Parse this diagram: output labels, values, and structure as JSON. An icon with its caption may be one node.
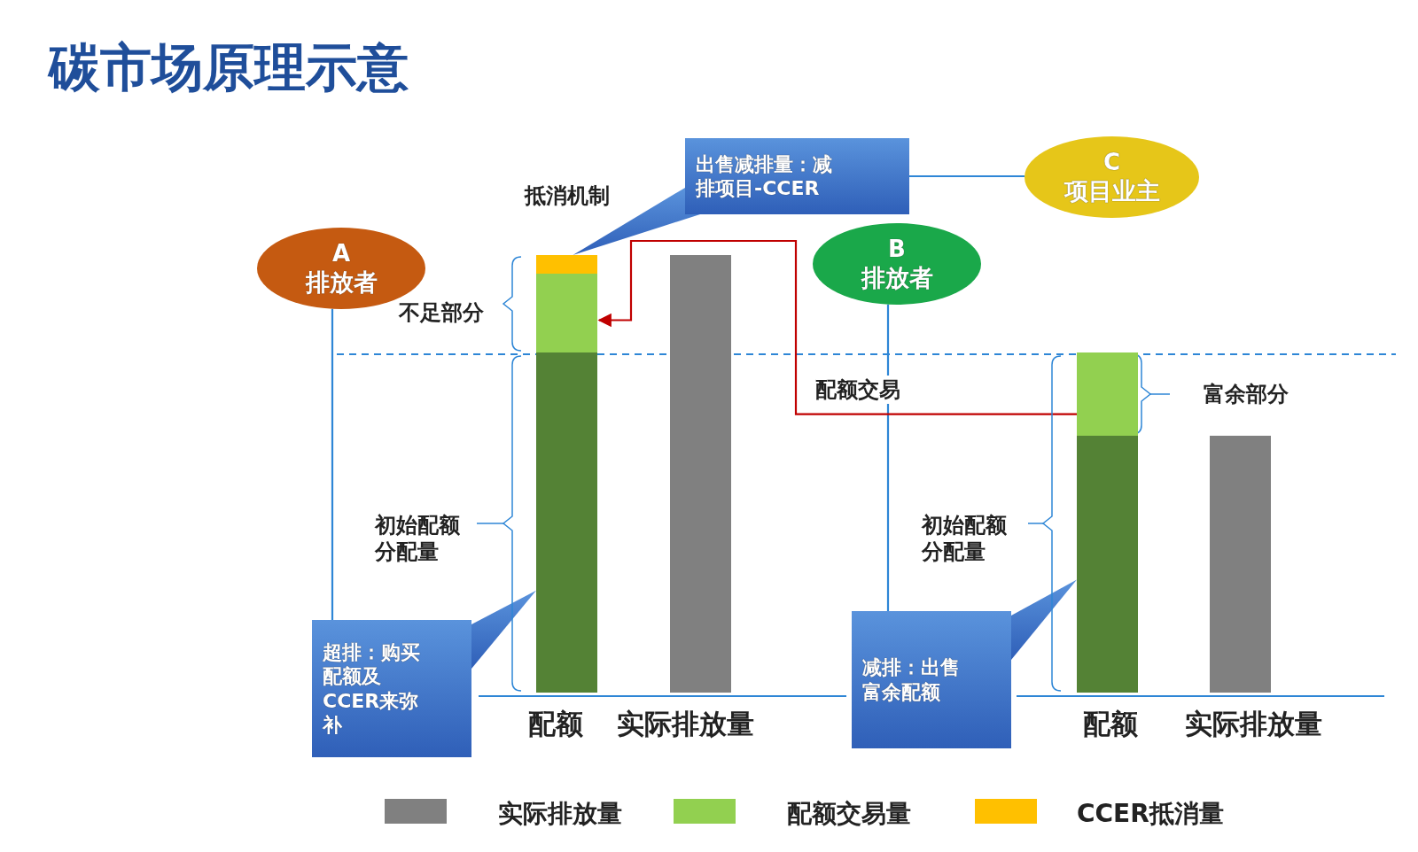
{
  "diagram": {
    "title": "碳市场原理示意",
    "nodes": [
      {
        "text": [
          "A",
          "排放者"
        ]
      },
      {
        "text": [
          "出售减排量：减排项目-CCER"
        ]
      },
      {
        "text": [
          "C",
          "项目业主"
        ]
      },
      {
        "text": [
          "B",
          "排放者"
        ]
      },
      {
        "text": [
          "超排：购买配额及CCER来弥补"
        ]
      },
      {
        "text": [
          "减排：出售富余配额"
        ]
      },
      {
        "text": [],
        "shape": "bar"
      },
      {
        "text": [],
        "shape": "bar"
      },
      {
        "text": [],
        "shape": "bar"
      },
      {
        "text": [],
        "shape": "bar"
      },
      {
        "text": [],
        "shape": "bar"
      },
      {
        "text": [],
        "shape": "bar"
      },
      {
        "text": [],
        "shape": "bar"
      }
    ],
    "edges": [
      {
        "from": 1,
        "to": 6,
        "arrow": "none"
      },
      {
        "from": 1,
        "to": 2,
        "arrow": "none"
      },
      {
        "from": 0,
        "to": 4,
        "arrow": "none"
      },
      {
        "from": 3,
        "to": 5,
        "arrow": "none"
      },
      {
        "from": 4,
        "to": 8,
        "arrow": "none"
      },
      {
        "from": 5,
        "to": 11,
        "arrow": "none"
      },
      {
        "from": 10,
        "to": 7,
        "arrow": "to",
        "label": "配额交易",
        "color": "#c00000"
      }
    ],
    "labels": [
      "抵消机制",
      "不足部分",
      "富余部分",
      "初始配额分配量",
      "初始配额分配量",
      "配额",
      "实际排放量",
      "配额",
      "实际排放量"
    ],
    "legend": [
      {
        "text": "实际排放量",
        "color": "#808080"
      },
      {
        "text": "配额交易量",
        "color": "#92d050"
      },
      {
        "text": "CCER抵消量",
        "color": "#ffc000"
      }
    ]
  }
}
